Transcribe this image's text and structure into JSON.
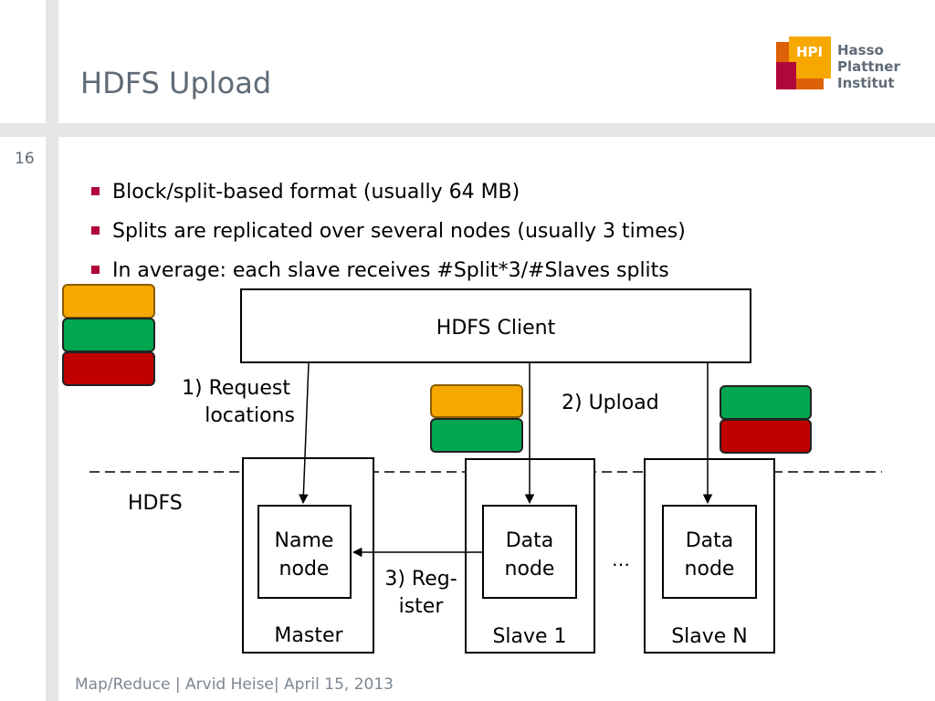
{
  "slide": {
    "title": "HDFS Upload",
    "number": "16",
    "footer": "Map/Reduce | Arvid Heise| April 15, 2013"
  },
  "logo": {
    "badge": "HPI",
    "lines": [
      "Hasso",
      "Plattner",
      "Institut"
    ]
  },
  "bullets": [
    "Block/split-based format (usually 64 MB)",
    "Splits are replicated over several nodes (usually 3 times)",
    "In average: each slave receives #Split*3/#Slaves splits"
  ],
  "diagram": {
    "client_label": "HDFS Client",
    "hdfs_label": "HDFS",
    "step1": [
      "1) Request",
      "locations"
    ],
    "step2": "2) Upload",
    "step3": [
      "3) Reg-",
      "ister"
    ],
    "ellipsis": "…",
    "master": {
      "label": "Master",
      "node": [
        "Name",
        "node"
      ]
    },
    "slave1": {
      "label": "Slave 1",
      "node": [
        "Data",
        "node"
      ]
    },
    "slaveN": {
      "label": "Slave N",
      "node": [
        "Data",
        "node"
      ]
    },
    "colors": {
      "orange": "#f6a800",
      "green": "#00a650",
      "red": "#c00000",
      "accent": "#b1063a"
    }
  }
}
